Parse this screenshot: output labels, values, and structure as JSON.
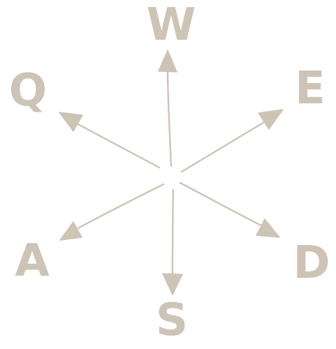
{
  "diagram": {
    "color": "#cdc4b6",
    "keys": [
      {
        "letter": "W",
        "direction": "up"
      },
      {
        "letter": "E",
        "direction": "up-right"
      },
      {
        "letter": "D",
        "direction": "down-right"
      },
      {
        "letter": "S",
        "direction": "down"
      },
      {
        "letter": "A",
        "direction": "down-left"
      },
      {
        "letter": "Q",
        "direction": "up-left"
      }
    ]
  }
}
